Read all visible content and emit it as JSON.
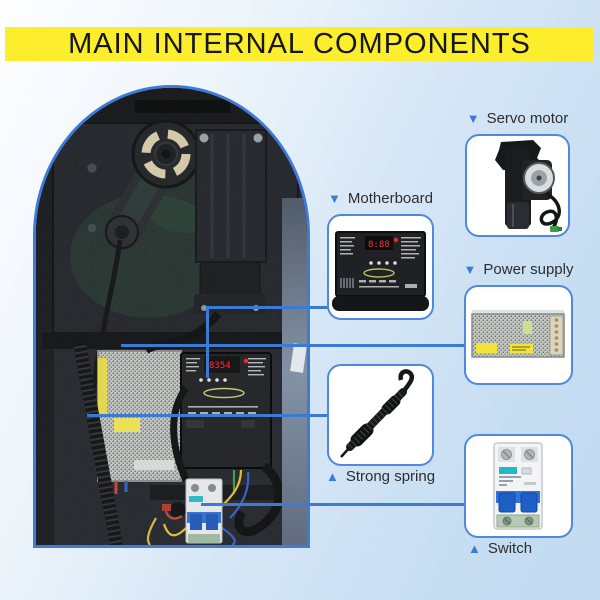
{
  "title": "MAIN INTERNAL COMPONENTS",
  "colors": {
    "banner_bg": "#fcee2d",
    "banner_text": "#161616",
    "accent_blue": "#3b7bd8",
    "box_border_blue": "#4f89de",
    "background_light_blue": "#c6ddf2",
    "callout_box_bg": "#ffffff",
    "label_text": "#2d2d2f"
  },
  "callouts": {
    "servo_motor": {
      "arrow": "▼",
      "label": "Servo motor"
    },
    "motherboard": {
      "arrow": "▼",
      "label": "Motherboard"
    },
    "power_supply": {
      "arrow": "▼",
      "label": "Power supply"
    },
    "strong_spring": {
      "arrow": "▲",
      "label": "Strong spring"
    },
    "switch": {
      "arrow": "▲",
      "label": "Switch"
    }
  }
}
